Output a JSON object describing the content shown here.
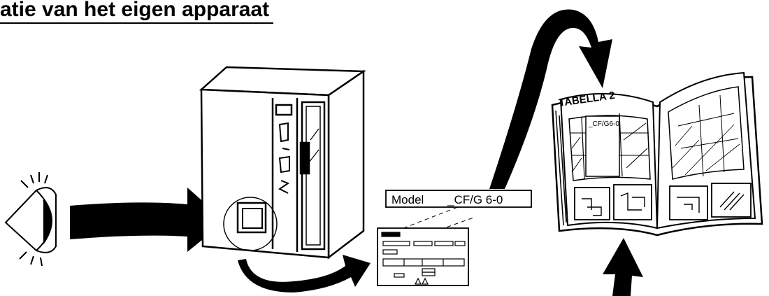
{
  "page": {
    "title": "atie van het eigen apparaat"
  },
  "rating_plate": {
    "model_label": "Model",
    "model_code": "_CF/G 6-0"
  },
  "manual": {
    "table_heading": "TABELLA 2",
    "column_code": "_CF/G6-0"
  },
  "colors": {
    "ink": "#000000",
    "paper": "#ffffff"
  }
}
